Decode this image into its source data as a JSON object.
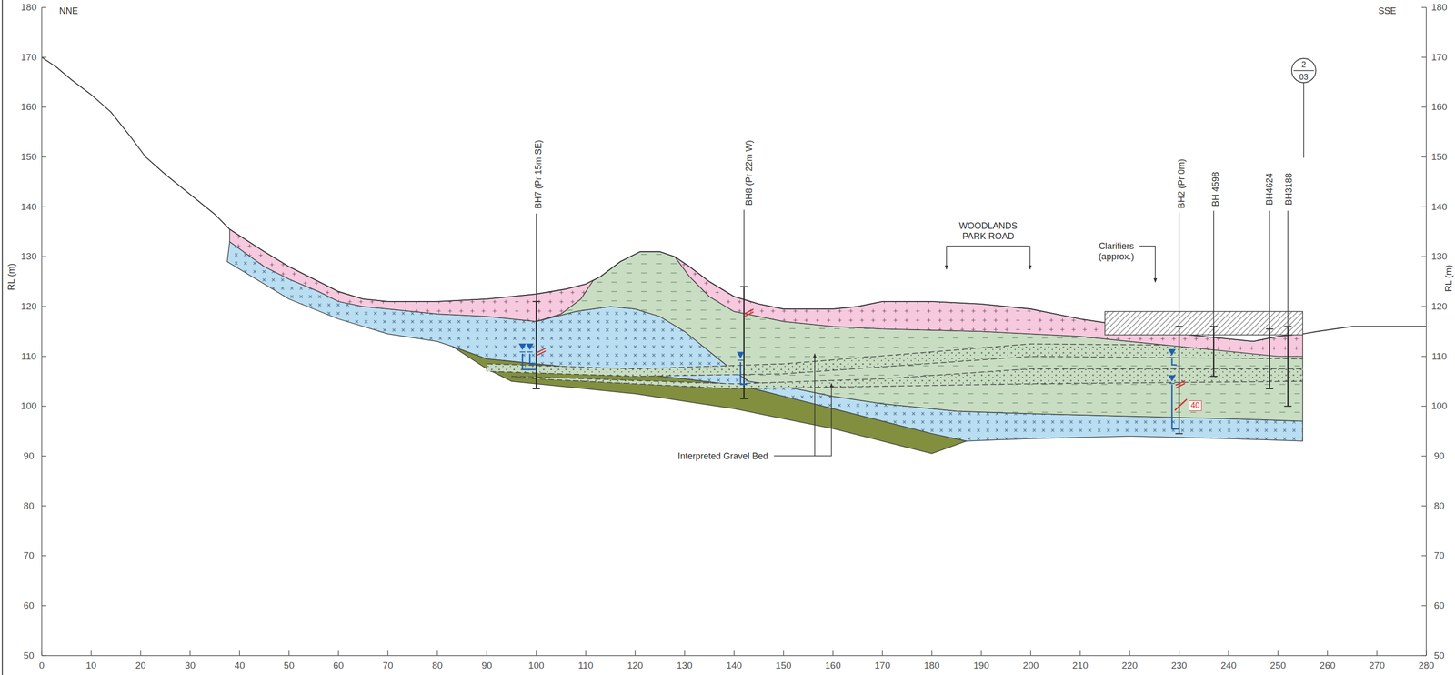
{
  "diagram": {
    "labels": [
      "NNE",
      "SSE",
      "RL (m)",
      "RL (m)",
      "180",
      "170",
      "160",
      "150",
      "140",
      "130",
      "120",
      "110",
      "100",
      "90",
      "80",
      "70",
      "60",
      "50",
      "180",
      "170",
      "160",
      "150",
      "140",
      "130",
      "120",
      "110",
      "100",
      "90",
      "80",
      "70",
      "60",
      "50",
      "0",
      "10",
      "20",
      "30",
      "40",
      "50",
      "60",
      "70",
      "80",
      "90",
      "100",
      "110",
      "120",
      "130",
      "140",
      "150",
      "160",
      "170",
      "180",
      "190",
      "200",
      "210",
      "220",
      "230",
      "240",
      "250",
      "260",
      "270",
      "280",
      "BH7 (Pr 15m SE)",
      "BH8 (Pr 22m W)",
      "WOODLANDS PARK ROAD",
      "Clarifiers (approx.)",
      "BH2 (Pr 0m)",
      "BH 4598",
      "BH4624",
      "BH3188",
      "2",
      "03",
      "Interpreted Gravel Bed",
      "40"
    ]
  }
}
